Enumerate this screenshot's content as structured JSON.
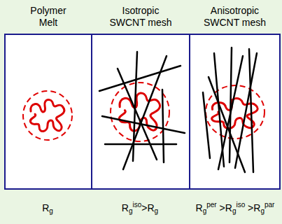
{
  "diagram": {
    "nodes": [
      {
        "text": [
          "Polymer Melt"
        ]
      },
      {
        "text": [
          "Isotropic SWCNT mesh"
        ]
      },
      {
        "text": [
          "Anisotropic SWCNT mesh"
        ]
      }
    ],
    "labels": [
      "Rg",
      "Rgiso>Rg",
      "Rgper >Rgiso >Rgpar"
    ]
  }
}
